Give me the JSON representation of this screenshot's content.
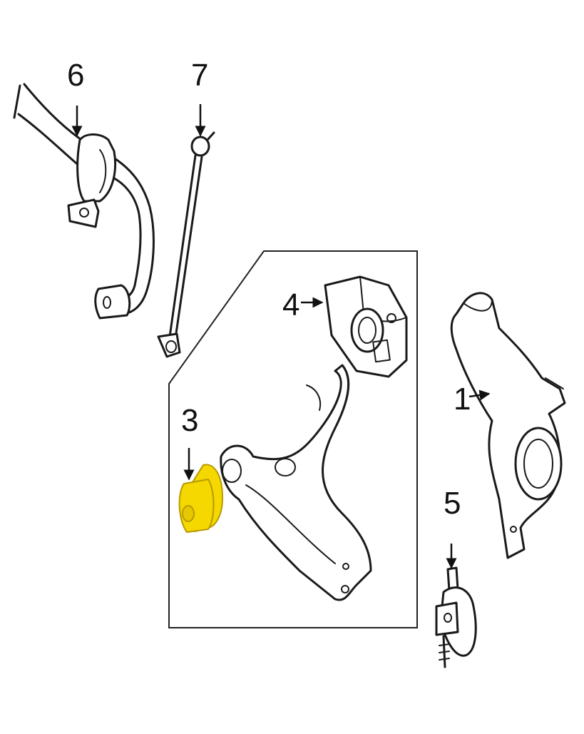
{
  "diagram": {
    "callouts": [
      {
        "id": "1",
        "label": "1"
      },
      {
        "id": "3",
        "label": "3"
      },
      {
        "id": "4",
        "label": "4"
      },
      {
        "id": "5",
        "label": "5"
      },
      {
        "id": "6",
        "label": "6"
      },
      {
        "id": "7",
        "label": "7"
      }
    ],
    "highlight_color": "#f5d800",
    "line_color": "#1a1a1a",
    "background_color": "#ffffff"
  }
}
